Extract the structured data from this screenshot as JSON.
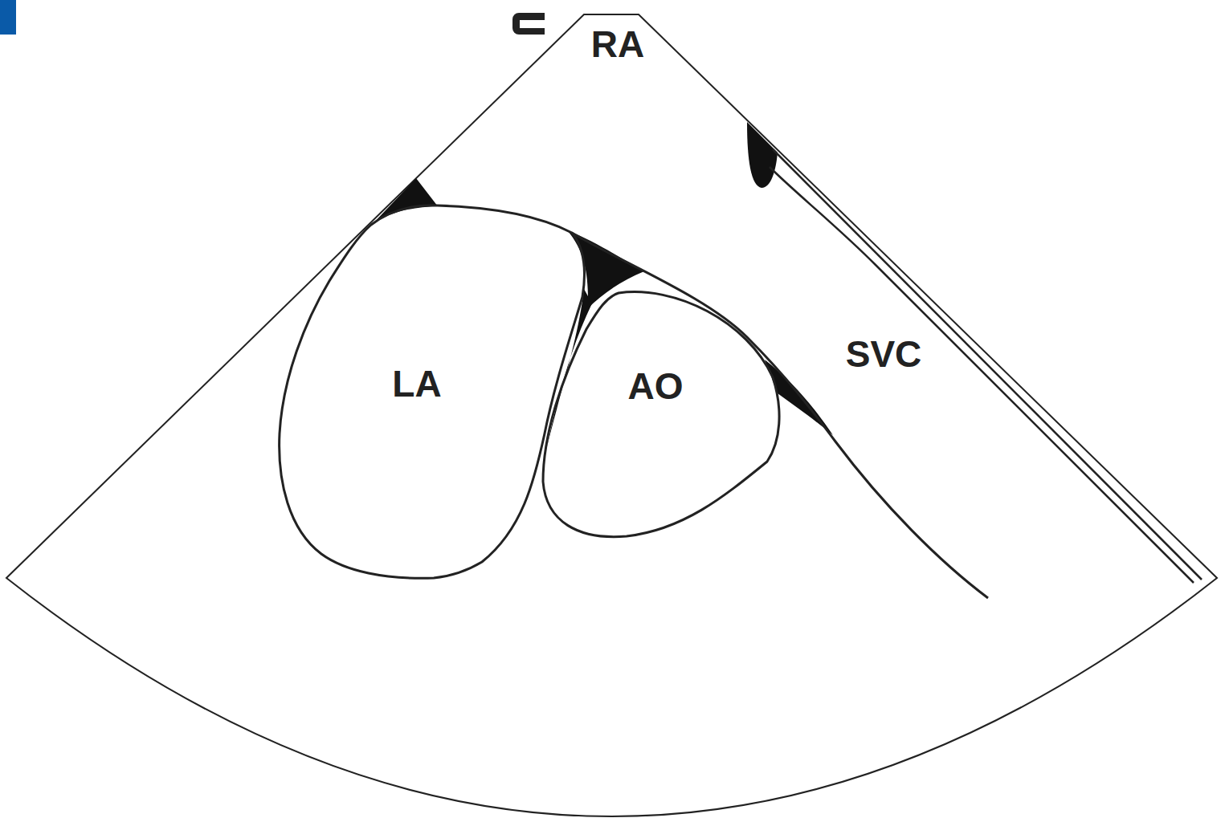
{
  "diagram": {
    "nodes": [
      {
        "text": [
          "LA"
        ]
      },
      {
        "text": [
          "AO"
        ]
      }
    ],
    "labels": [
      "RA",
      "SVC"
    ]
  }
}
